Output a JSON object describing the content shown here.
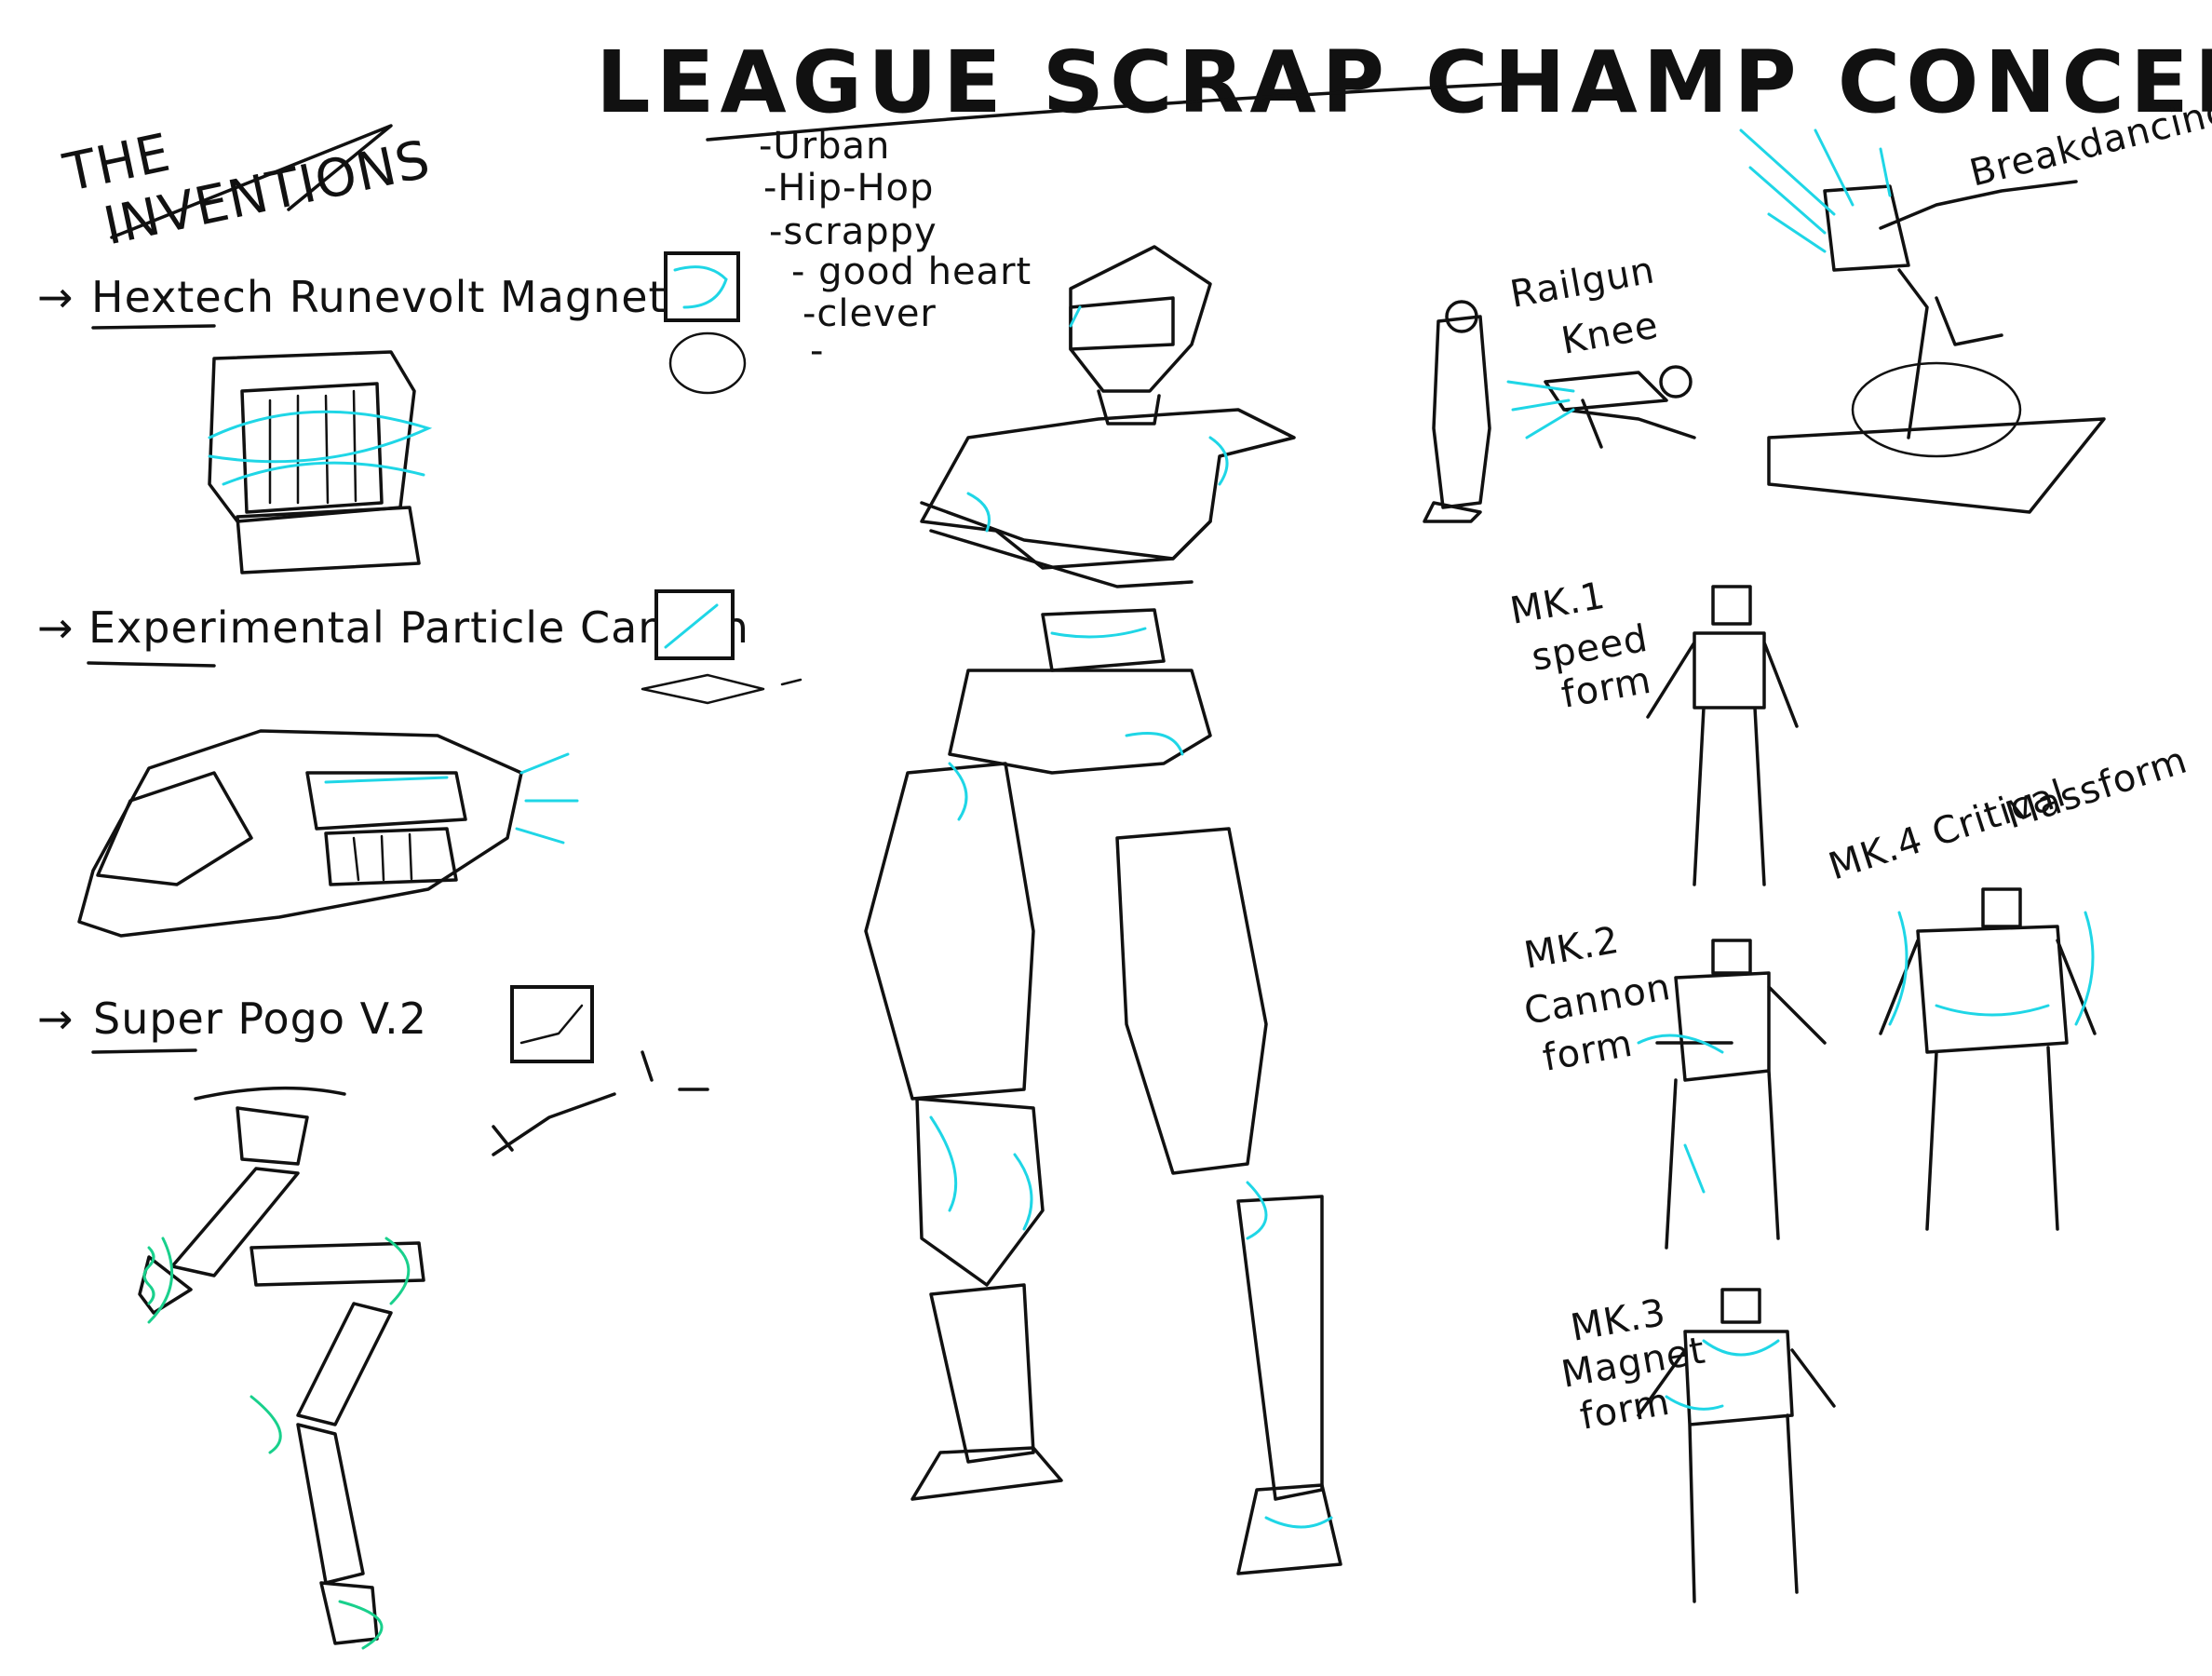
{
  "title": "LEAGUE SCRAP CHAMP CONCEPT",
  "inventions": {
    "heading_line1": "THE",
    "heading_line2": "INVENTIONS",
    "items": [
      {
        "arrow": "→",
        "label": "Hextech Runevolt Magnet"
      },
      {
        "arrow": "→",
        "label": "Experimental Particle Cannon"
      },
      {
        "arrow": "→",
        "label": "Super Pogo V.2"
      }
    ]
  },
  "personality": [
    "-Urban",
    "-Hip-Hop",
    "-scrappy",
    "- good heart",
    "-clever",
    "-"
  ],
  "annotations": {
    "railgun_line1": "Railgun",
    "railgun_line2": "Knee",
    "breakdancing": "Breakdancing"
  },
  "forms": {
    "mk1": {
      "name": "MK.1",
      "line2": "speed",
      "line3": "form"
    },
    "mk2": {
      "name": "MK.2",
      "line2": "Cannon",
      "line3": "form"
    },
    "mk3": {
      "name": "MK.3",
      "line2": "Magnet",
      "line3": "form"
    },
    "mk4": {
      "name": "MK.4 Critical",
      "line2": "Massform"
    }
  },
  "colors": {
    "ink": "#111111",
    "accent_cyan": "#1fd6e6",
    "accent_green": "#19d08c",
    "background": "#ffffff"
  }
}
